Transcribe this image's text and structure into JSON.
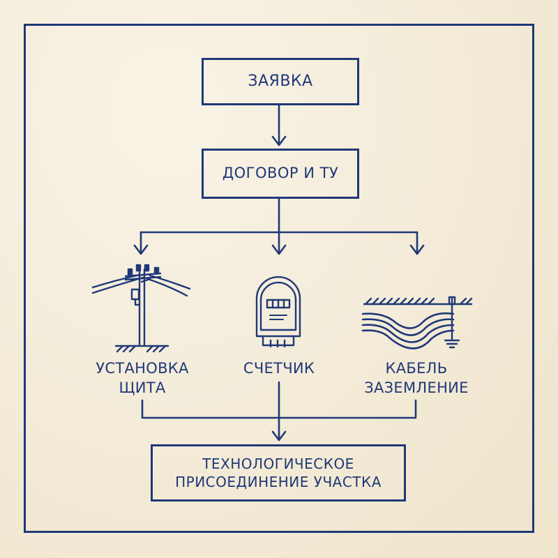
{
  "diagram": {
    "nodes": {
      "application": "ЗАЯВКА",
      "contract": "ДОГОВОР И ТУ",
      "panel": [
        "УСТАНОВКА",
        "ЩИТА"
      ],
      "meter": "СЧЕТЧИК",
      "cable": [
        "КАБЕЛЬ",
        "ЗАЗЕМЛЕНИЕ"
      ],
      "final": [
        "ТЕХНОЛОГИЧЕСКОЕ",
        "ПРИСОЕДИНЕНИЕ УЧАСТКА"
      ]
    },
    "icons": {
      "panel": "power-pole-icon",
      "meter": "electric-meter-icon",
      "cable": "underground-cable-ground-icon"
    },
    "edges": [
      [
        "application",
        "contract"
      ],
      [
        "contract",
        "panel"
      ],
      [
        "contract",
        "meter"
      ],
      [
        "contract",
        "cable"
      ],
      [
        "panel",
        "final"
      ],
      [
        "meter",
        "final"
      ],
      [
        "cable",
        "final"
      ]
    ],
    "colors": {
      "ink": "#1f3877",
      "paper": "#f6efdf"
    }
  }
}
